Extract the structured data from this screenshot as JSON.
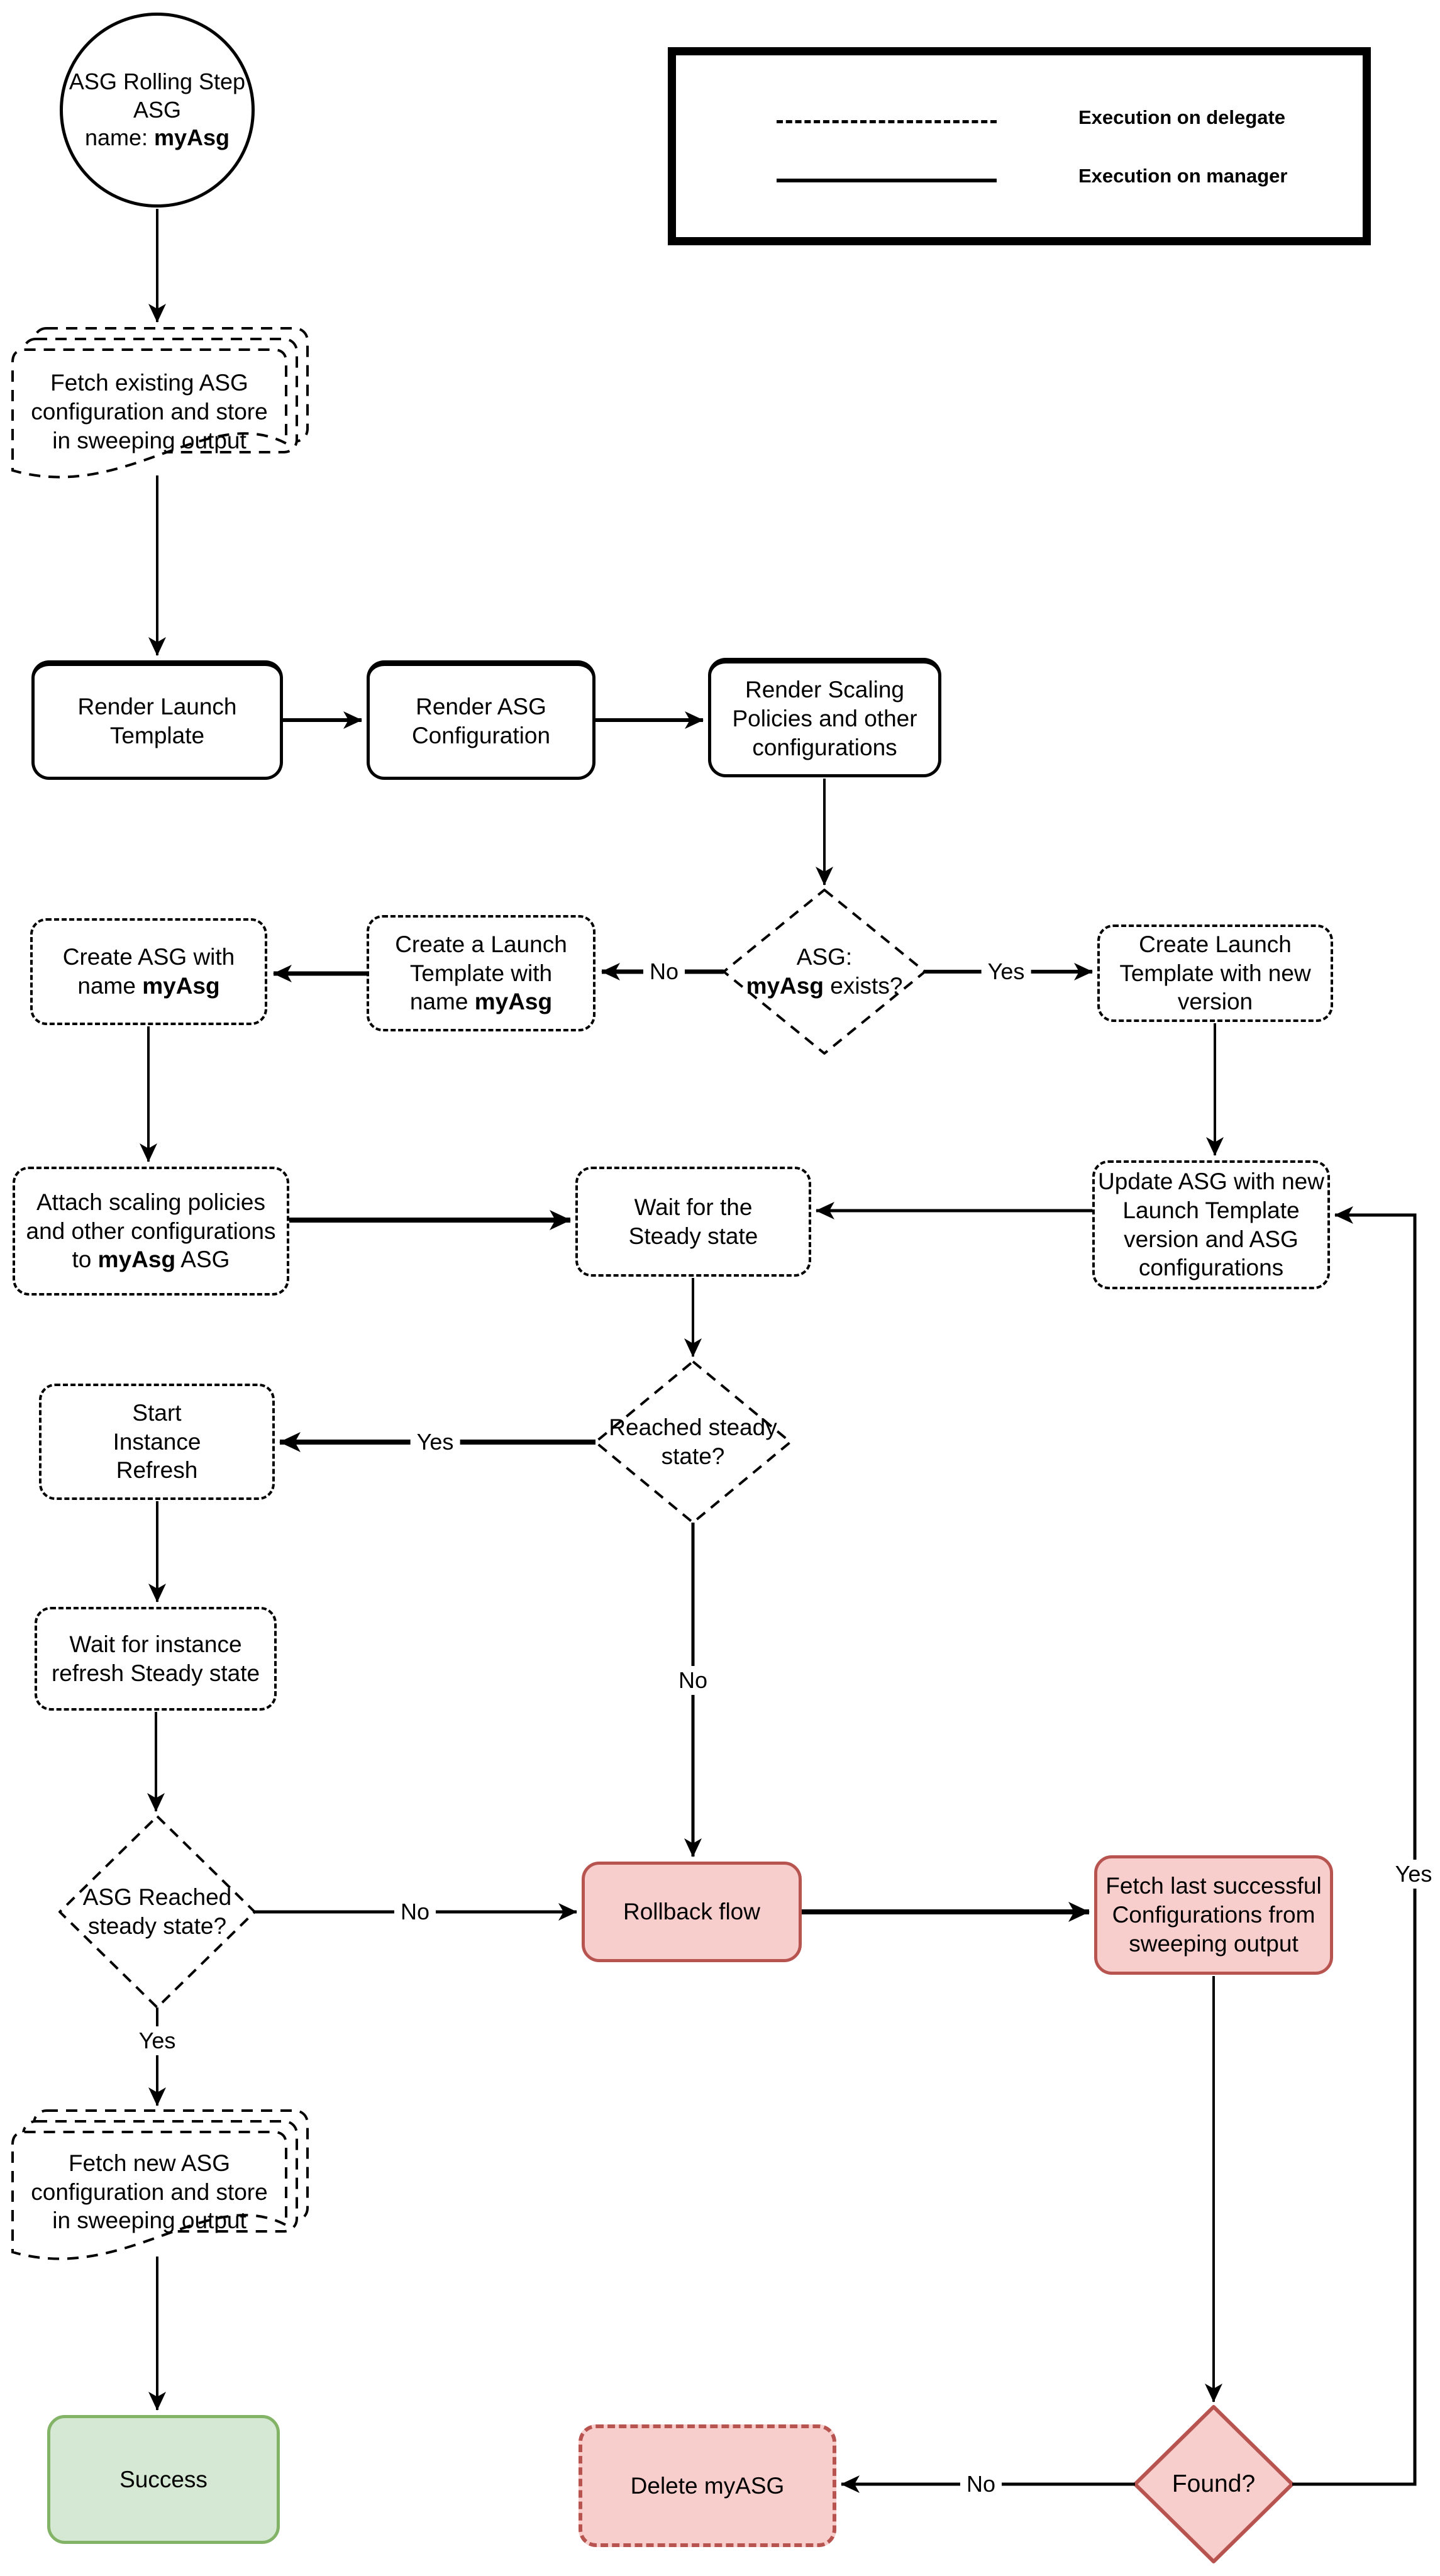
{
  "legend": {
    "items": [
      {
        "style": "dashed",
        "label": "Execution on delegate"
      },
      {
        "style": "solid",
        "label": "Execution on manager"
      }
    ]
  },
  "nodes": {
    "start_circle": {
      "line1": "ASG Rolling Step",
      "line2": "ASG",
      "line3_prefix": "name: ",
      "line3_bold": "myAsg"
    },
    "fetch_existing": {
      "text": "Fetch existing ASG configuration and store in sweeping output"
    },
    "render_launch_template": {
      "text": "Render Launch Template"
    },
    "render_asg_configuration": {
      "text": "Render ASG Configuration"
    },
    "render_scaling_policies": {
      "text": "Render Scaling Policies and other configurations"
    },
    "asg_exists": {
      "line1": "ASG:",
      "bold": "myAsg",
      "suffix": " exists?"
    },
    "create_launch_named": {
      "prefix": "Create a Launch Template with name ",
      "bold": "myAsg"
    },
    "create_asg": {
      "prefix": "Create ASG with name ",
      "bold": "myAsg"
    },
    "create_launch_new_version": {
      "text": "Create Launch Template with new version"
    },
    "attach_scaling": {
      "prefix": "Attach scaling policies and other configurations to ",
      "bold": "myAsg",
      "suffix": " ASG"
    },
    "wait_steady": {
      "text": "Wait for the Steady state"
    },
    "update_asg": {
      "text": "Update ASG with new Launch Template version and ASG configurations"
    },
    "reached_steady": {
      "text": "Reached steady state?"
    },
    "start_instance_refresh": {
      "text": "Start Instance Refresh"
    },
    "wait_instance_refresh": {
      "text": "Wait for instance refresh Steady state"
    },
    "asg_reached_steady": {
      "text": "ASG Reached steady state?"
    },
    "fetch_new": {
      "text": "Fetch new ASG configuration and store in sweeping output"
    },
    "success": {
      "text": "Success"
    },
    "rollback": {
      "text": "Rollback flow"
    },
    "fetch_last": {
      "text": "Fetch last successful Configurations from sweeping output"
    },
    "delete_myasg": {
      "text": "Delete myASG"
    },
    "found": {
      "text": "Found?"
    }
  },
  "edge_labels": {
    "yes_exists": "Yes",
    "no_exists": "No",
    "yes_reached": "Yes",
    "no_reached": "No",
    "no_asg_reached": "No",
    "yes_asg_reached": "Yes",
    "no_found": "No",
    "yes_found": "Yes"
  },
  "colors": {
    "pink_fill": "#f8cecc",
    "pink_border": "#b85450",
    "green_fill": "#d5e8d4",
    "green_border": "#82b366",
    "line": "#000000"
  }
}
